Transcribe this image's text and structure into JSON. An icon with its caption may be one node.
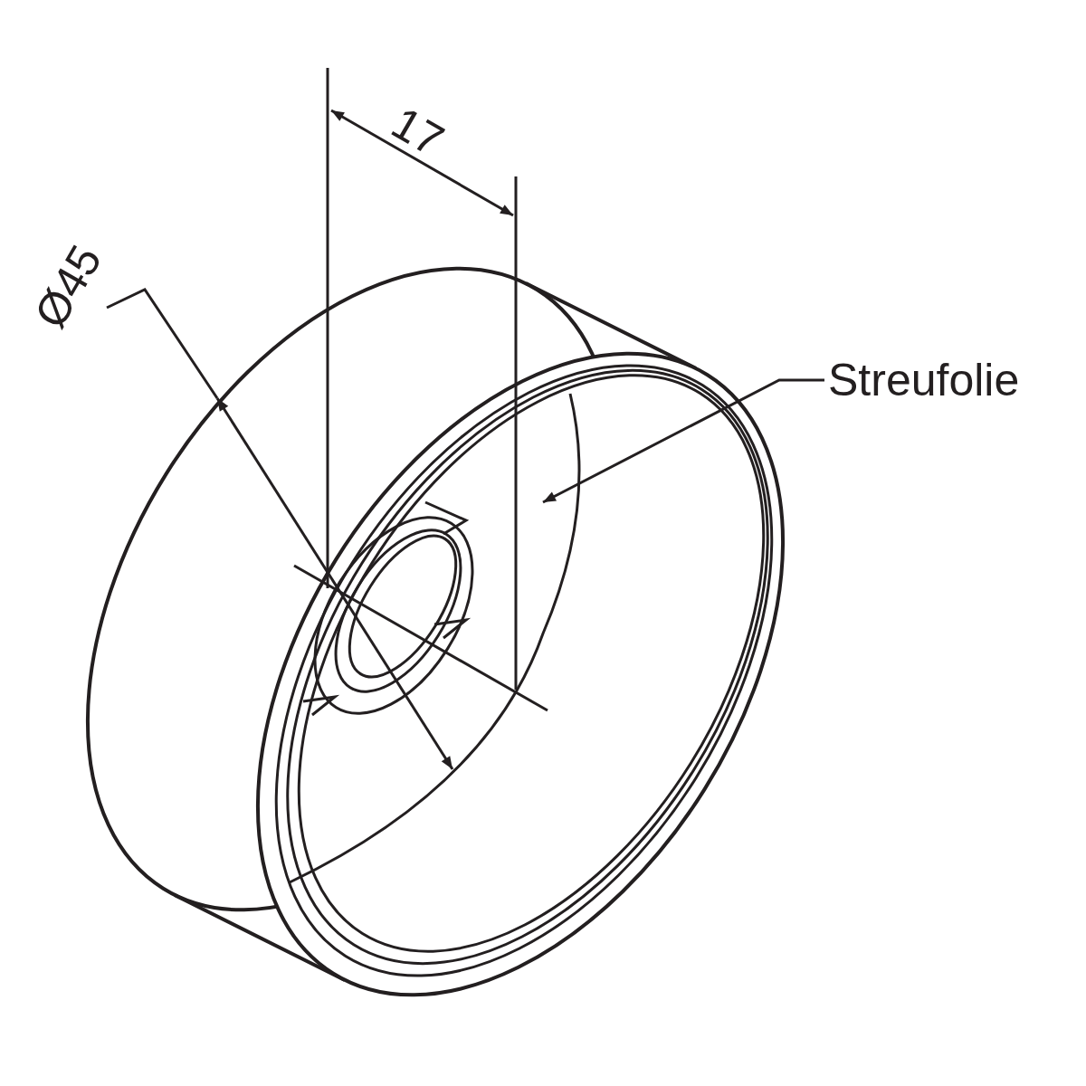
{
  "diagram": {
    "nodes": [
      {
        "text": [
          "Streufolie"
        ]
      },
      {
        "text": [],
        "shape": "ellipse"
      }
    ],
    "edges": [
      {
        "from": 0,
        "to": 1,
        "arrow": "to"
      }
    ],
    "labels": [
      "17",
      "Ø45"
    ]
  }
}
